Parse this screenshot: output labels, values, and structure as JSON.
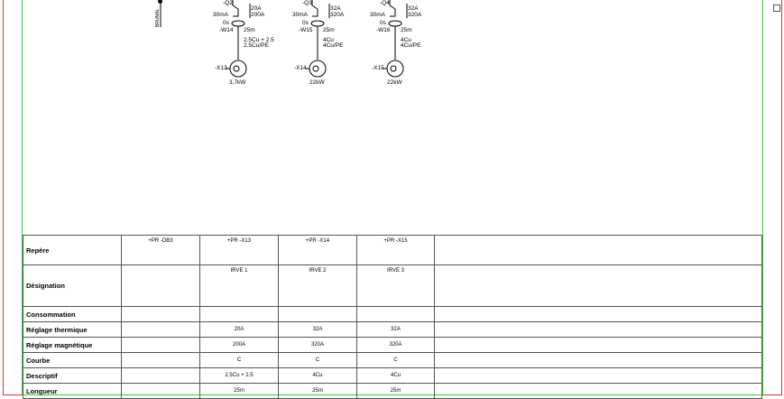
{
  "side_ref": "BRUNAL",
  "circuits": [
    {
      "repere_top": "-Q2",
      "rating": "20A",
      "curve_val": "200A",
      "diff": "30mA",
      "delay": "0s",
      "cable_ref": "-W14",
      "length": "25m",
      "section1": "2.5Cu + 2.5",
      "section2": "2.5Cu/PE",
      "socket_ref": "-X13",
      "power": "3,7kW"
    },
    {
      "repere_top": "-Q3",
      "rating": "32A",
      "curve_val": "320A",
      "diff": "30mA",
      "delay": "0s",
      "cable_ref": "-W15",
      "length": "25m",
      "section1": "4Cu",
      "section2": "4Cu/PE",
      "socket_ref": "-X14",
      "power": "22kW"
    },
    {
      "repere_top": "-Q4",
      "rating": "32A",
      "curve_val": "320A",
      "diff": "30mA",
      "delay": "0s",
      "cable_ref": "-W16",
      "length": "25m",
      "section1": "4Cu",
      "section2": "4Cu/PE",
      "socket_ref": "-X15",
      "power": "22kW"
    }
  ],
  "table": {
    "rows": [
      {
        "label": "Repère",
        "cells": [
          "+PR -DB3",
          "+PR -X13",
          "+PR -X14",
          "+PR -X15",
          ""
        ]
      },
      {
        "label": "Désignation",
        "cells": [
          "",
          "IRVE 1",
          "IRVE 2",
          "IRVE 3",
          ""
        ]
      },
      {
        "label": "Consommation",
        "cells": [
          "",
          "",
          "",
          "",
          ""
        ]
      },
      {
        "label": "Réglage thermique",
        "cells": [
          "",
          "20A",
          "32A",
          "32A",
          ""
        ]
      },
      {
        "label": "Réglage magnétique",
        "cells": [
          "",
          "200A",
          "320A",
          "320A",
          ""
        ]
      },
      {
        "label": "Courbe",
        "cells": [
          "",
          "C",
          "C",
          "C",
          ""
        ]
      },
      {
        "label": "Descriptif",
        "cells": [
          "",
          "2.5Cu + 2.5",
          "4Cu",
          "4Cu",
          ""
        ]
      },
      {
        "label": "Longueur",
        "cells": [
          "",
          "25m",
          "25m",
          "25m",
          ""
        ]
      }
    ]
  },
  "colors": {
    "outer_frame": "#e03030",
    "inner_frame": "#3cc83c",
    "lines": "#000000"
  }
}
